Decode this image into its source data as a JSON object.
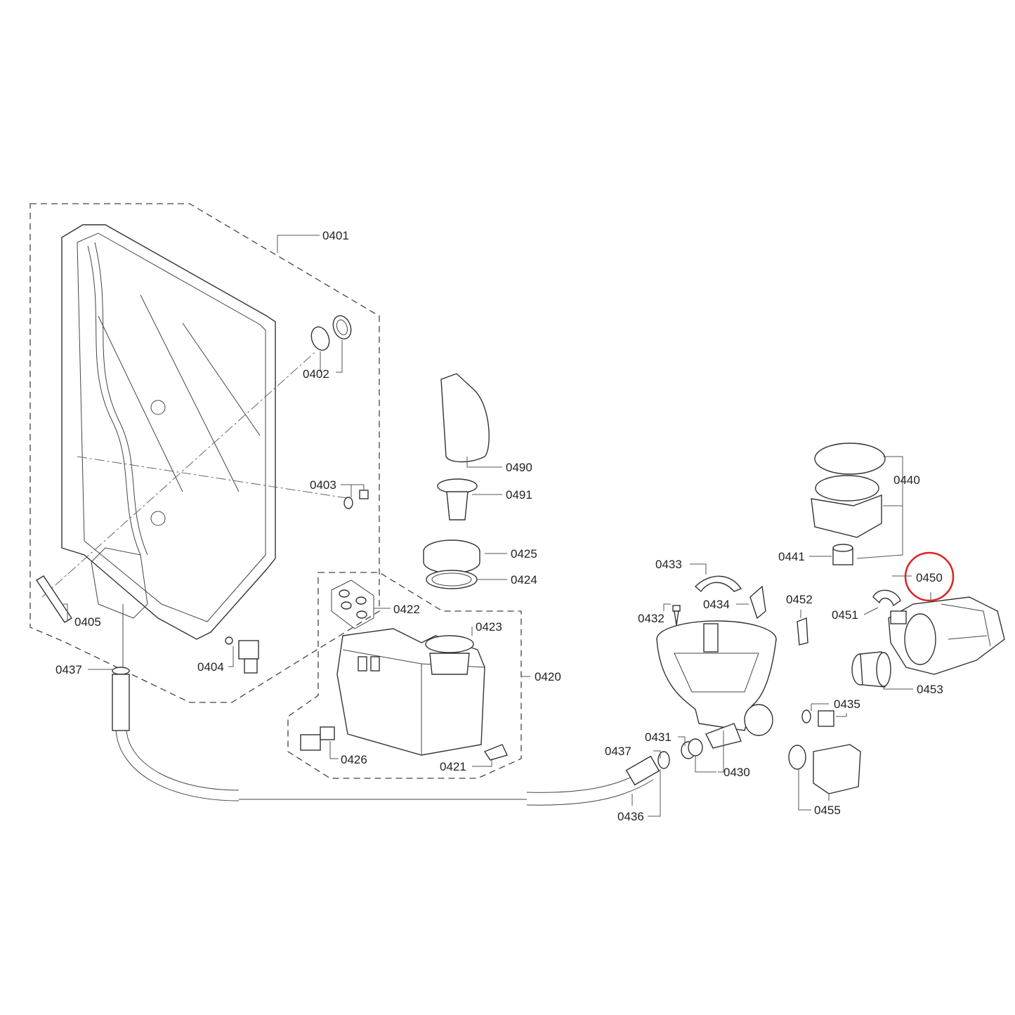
{
  "diagram": {
    "highlight_color": "#e02020",
    "highlighted_part": "0450",
    "parts": [
      {
        "label": "0401"
      },
      {
        "label": "0402"
      },
      {
        "label": "0403"
      },
      {
        "label": "0404"
      },
      {
        "label": "0405"
      },
      {
        "label": "0437"
      },
      {
        "label": "0490"
      },
      {
        "label": "0491"
      },
      {
        "label": "0425"
      },
      {
        "label": "0424"
      },
      {
        "label": "0422"
      },
      {
        "label": "0423"
      },
      {
        "label": "0420"
      },
      {
        "label": "0426"
      },
      {
        "label": "0421"
      },
      {
        "label": "0433"
      },
      {
        "label": "0432"
      },
      {
        "label": "0434"
      },
      {
        "label": "0452"
      },
      {
        "label": "0440"
      },
      {
        "label": "0441"
      },
      {
        "label": "0451"
      },
      {
        "label": "0450"
      },
      {
        "label": "0453"
      },
      {
        "label": "0435"
      },
      {
        "label": "0455"
      },
      {
        "label": "0431"
      },
      {
        "label": "0437"
      },
      {
        "label": "0430"
      },
      {
        "label": "0436"
      }
    ]
  }
}
